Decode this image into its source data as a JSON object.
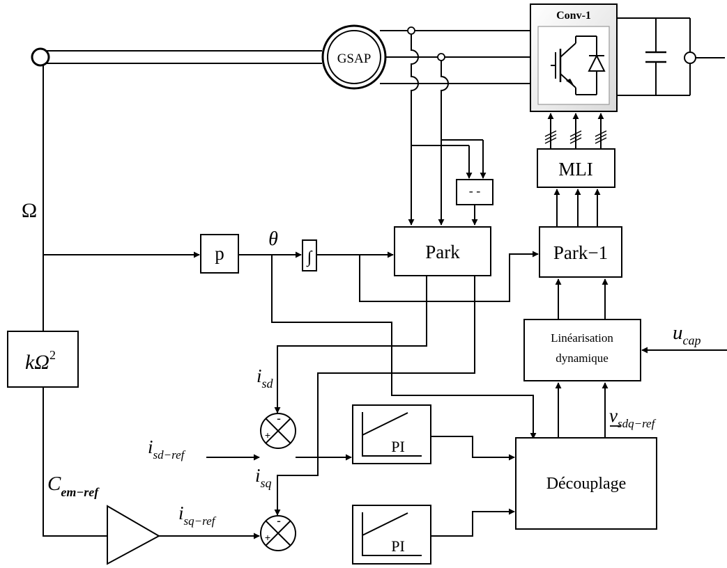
{
  "blocks": {
    "gsap": "GSAP",
    "conv": "Conv-1",
    "mli": "MLI",
    "p": "p",
    "integrator": "∫",
    "park": "Park",
    "park_inv": "Park−1",
    "linearisation_line1": "Linéarisation",
    "linearisation_line2": "dynamique",
    "decouplage": "Découplage",
    "pi_1": "PI",
    "pi_2": "PI",
    "kOmega2_base": "kΩ",
    "kOmega2_exp": "2",
    "minus_box": "- -"
  },
  "signals": {
    "omega": "Ω",
    "theta": "θ",
    "u_cap_base": "u",
    "u_cap_sub": "cap",
    "v_ref_base": "v",
    "v_ref_sub": "sdq−ref",
    "isd_base": "i",
    "isd_sub": "sd",
    "isq_base": "i",
    "isq_sub": "sq",
    "isd_ref_base": "i",
    "isd_ref_sub": "sd−ref",
    "isq_ref_base": "i",
    "isq_ref_sub": "sq−ref",
    "cem_ref_base": "C",
    "cem_ref_sub": "em−ref"
  },
  "summers": {
    "sign_minus": "-",
    "sign_plus": "+"
  }
}
